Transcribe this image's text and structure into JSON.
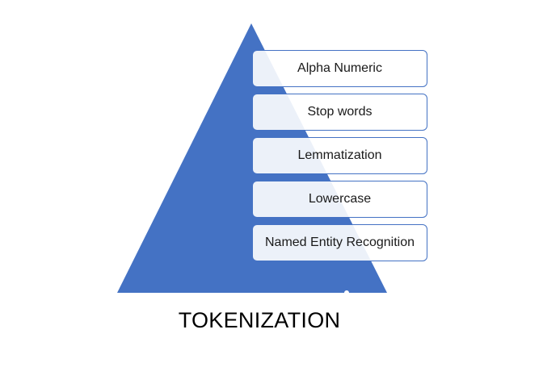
{
  "diagram": {
    "title": "TOKENIZATION",
    "pyramid_color": "#4472c4",
    "box_border_color": "#4472c4",
    "layers": [
      {
        "label": "Alpha Numeric"
      },
      {
        "label": "Stop words"
      },
      {
        "label": "Lemmatization"
      },
      {
        "label": "Lowercase"
      },
      {
        "label": "Named Entity Recognition"
      }
    ]
  }
}
